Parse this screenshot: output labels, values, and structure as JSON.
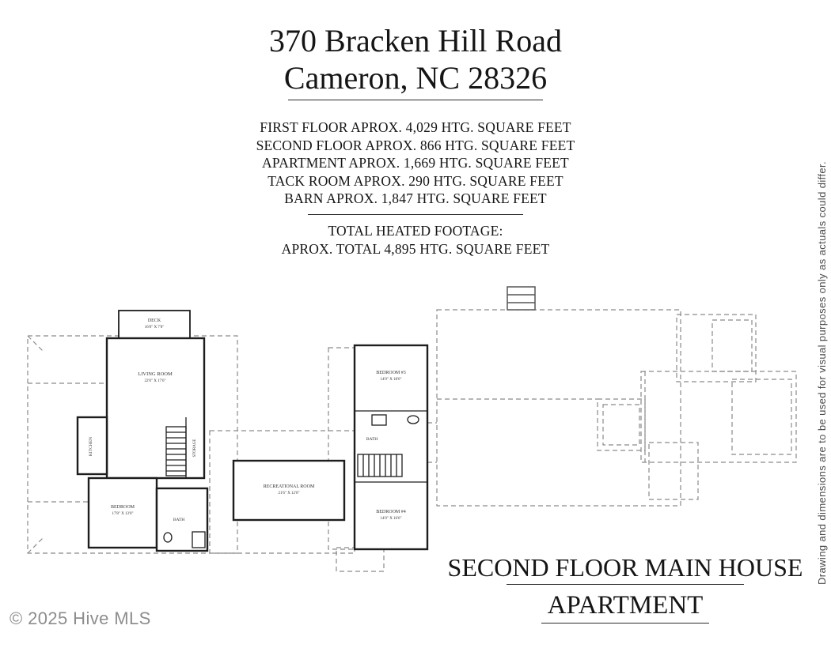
{
  "header": {
    "address_line1": "370 Bracken Hill Road",
    "address_line2": "Cameron, NC 28326"
  },
  "footage": {
    "lines": [
      "FIRST FLOOR APROX. 4,029 HTG. SQUARE FEET",
      "SECOND FLOOR APROX. 866 HTG. SQUARE FEET",
      "APARTMENT APROX. 1,669 HTG. SQUARE FEET",
      "TACK ROOM APROX. 290 HTG. SQUARE FEET",
      "BARN APROX. 1,847 HTG. SQUARE FEET"
    ],
    "total_label": "TOTAL HEATED FOOTAGE:",
    "total_value": "APROX. TOTAL 4,895 HTG. SQUARE FEET"
  },
  "plan": {
    "rooms": {
      "deck": {
        "name": "DECK",
        "dims": "16'0\" X 7'0\""
      },
      "living": {
        "name": "LIVING ROOM",
        "dims": "22'0\" X 17'6\""
      },
      "kitchen": {
        "name": "KITCHEN"
      },
      "storage": {
        "name": "STORAGE"
      },
      "bedroom": {
        "name": "BEDROOM",
        "dims": "17'8\" X 13'0\""
      },
      "bath1": {
        "name": "BATH"
      },
      "rec": {
        "name": "RECREATIONAL ROOM",
        "dims": "21'6\" X 12'0\""
      },
      "bedroom3": {
        "name": "BEDROOM #3",
        "dims": "14'0\" X 18'6\""
      },
      "bath2": {
        "name": "BATH"
      },
      "bedroom4": {
        "name": "BEDROOM #4",
        "dims": "14'0\" X 16'6\""
      }
    }
  },
  "caption": {
    "line1": "SECOND FLOOR MAIN HOUSE",
    "line2": "APARTMENT"
  },
  "disclaimer": "Drawing and dimensions are to be used for visual purposes only as actuals could differ.",
  "copyright": "© 2025 Hive MLS",
  "colors": {
    "wall": "#1d1d1d",
    "roof_dash": "#8a8a8a"
  }
}
